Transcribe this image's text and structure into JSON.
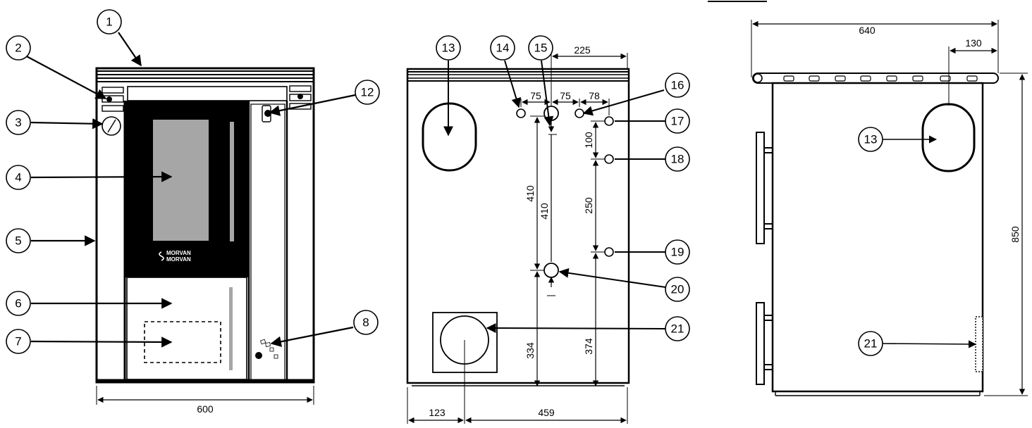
{
  "brand": {
    "line1": "MORVAN",
    "line2": "MORVAN"
  },
  "callouts": {
    "c1": "1",
    "c2": "2",
    "c3": "3",
    "c4": "4",
    "c5": "5",
    "c6": "6",
    "c7": "7",
    "c8": "8",
    "c12": "12",
    "c13": "13",
    "c14": "14",
    "c15": "15",
    "c16": "16",
    "c17": "17",
    "c18": "18",
    "c19": "19",
    "c20": "20",
    "c21": "21"
  },
  "dimensions": {
    "front_width": "600",
    "back_top": "225",
    "back_75a": "75",
    "back_75b": "75",
    "back_78": "78",
    "back_410a": "410",
    "back_410b": "410",
    "back_100": "100",
    "back_250": "250",
    "back_334": "334",
    "back_374": "374",
    "back_123": "123",
    "back_459": "459",
    "side_640": "640",
    "side_130": "130",
    "side_850": "850"
  }
}
